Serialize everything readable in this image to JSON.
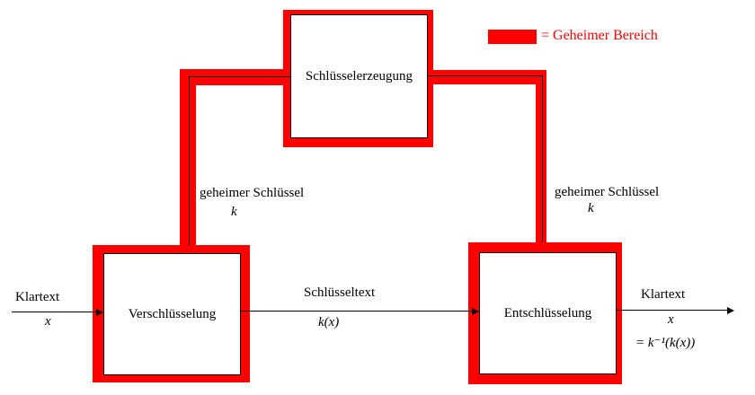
{
  "legend": {
    "label": "= Geheimer Bereich",
    "color": "#ff0000"
  },
  "boxes": {
    "keygen": "Schlüsselerzeugung",
    "encrypt": "Verschlüsselung",
    "decrypt": "Entschlüsselung"
  },
  "labels": {
    "key_left": "geheimer Schlüssel",
    "key_left_symbol": "k",
    "key_right": "geheimer Schlüssel",
    "key_right_symbol": "k",
    "plaintext_in": "Klartext",
    "plaintext_in_symbol": "x",
    "ciphertext": "Schlüsseltext",
    "ciphertext_symbol": "k(x)",
    "plaintext_out": "Klartext",
    "plaintext_out_symbol": "x",
    "plaintext_out_formula": "= k⁻¹(k(x))"
  },
  "colors": {
    "secret": "#ff0000",
    "line": "#000000"
  }
}
